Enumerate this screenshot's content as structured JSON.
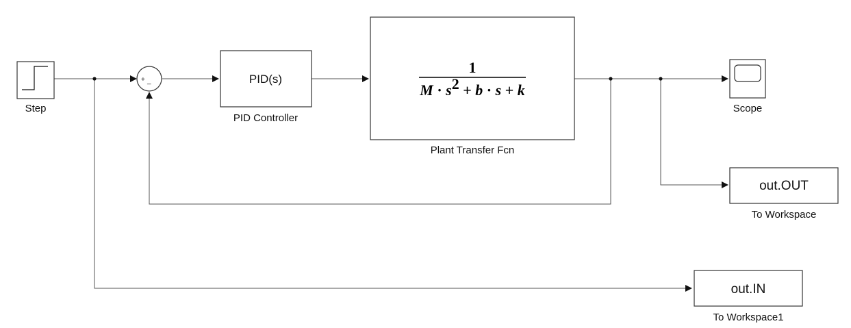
{
  "blocks": {
    "step": {
      "label": "Step"
    },
    "sum": {
      "plus_sign": "+",
      "minus_sign": "_"
    },
    "pid": {
      "text": "PID(s)",
      "label": "PID Controller"
    },
    "plant": {
      "numerator": "1",
      "denominator": {
        "M": "M",
        "dot1": " · ",
        "s": "s",
        "exp": "2",
        "plus1": " + ",
        "b": "b",
        "dot2": " · ",
        "s2": "s",
        "plus2": " + ",
        "k": "k"
      },
      "label": "Plant Transfer Fcn"
    },
    "scope": {
      "label": "Scope"
    },
    "to_workspace": {
      "text": "out.OUT",
      "label": "To Workspace"
    },
    "to_workspace1": {
      "text": "out.IN",
      "label": "To Workspace1"
    }
  },
  "colors": {
    "wire": "#555555",
    "block_border": "#333333",
    "block_fill": "#ffffff"
  }
}
